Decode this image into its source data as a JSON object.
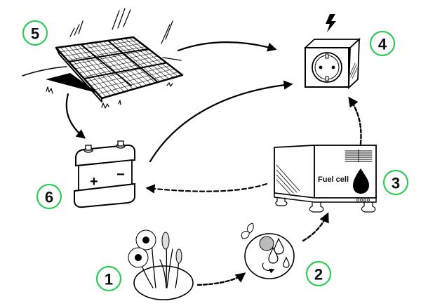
{
  "title": "Renewable energy cycle with fuel cell",
  "colors": {
    "badge_ring": "#2ecc55",
    "ink": "#000000",
    "background": "#ffffff"
  },
  "steps": [
    {
      "number": "1",
      "label": "Biomass crops (sunflowers, corn)",
      "icon": "plants-icon"
    },
    {
      "number": "2",
      "label": "Biomass conversion to fuel",
      "icon": "biomass-conversion-icon"
    },
    {
      "number": "3",
      "label": "Fuel cell",
      "icon": "fuel-cell-icon"
    },
    {
      "number": "4",
      "label": "Power outlet",
      "icon": "power-outlet-icon"
    },
    {
      "number": "5",
      "label": "Solar panel",
      "icon": "solar-panel-icon"
    },
    {
      "number": "6",
      "label": "Battery",
      "icon": "battery-icon"
    }
  ],
  "fuel_cell_label": "Fuel cell",
  "battery_plus": "+",
  "battery_minus": "−",
  "connections": [
    {
      "from": "1",
      "to": "2",
      "style": "dashed"
    },
    {
      "from": "2",
      "to": "3",
      "style": "dashed"
    },
    {
      "from": "3",
      "to": "4",
      "style": "dashed"
    },
    {
      "from": "3",
      "to": "6",
      "style": "dashed"
    },
    {
      "from": "5",
      "to": "4",
      "style": "solid"
    },
    {
      "from": "5",
      "to": "6",
      "style": "solid"
    },
    {
      "from": "6",
      "to": "4",
      "style": "solid"
    }
  ]
}
